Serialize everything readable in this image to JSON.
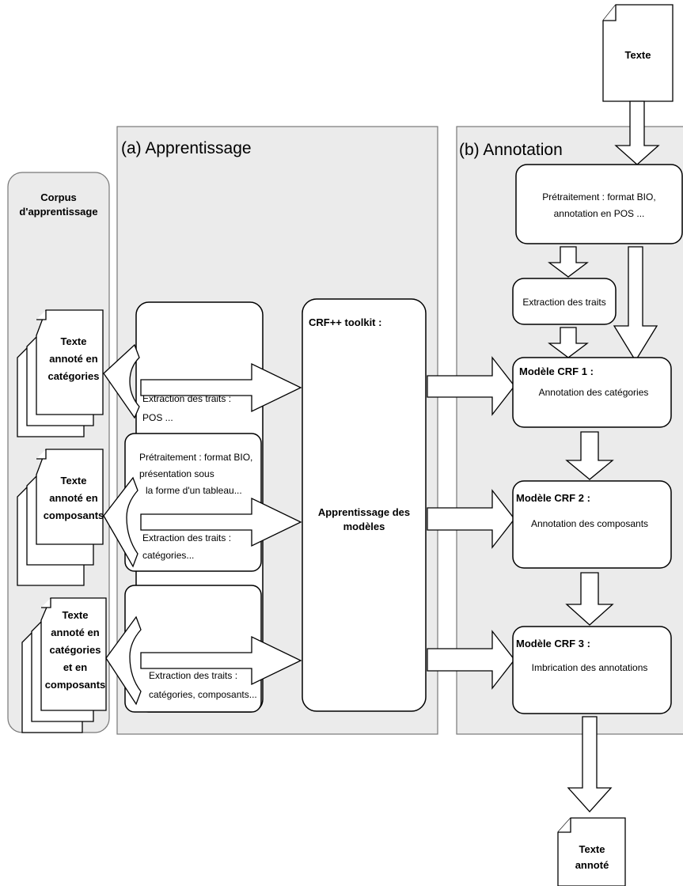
{
  "panels": {
    "learning_title": "(a) Apprentissage",
    "annotation_title": "(b) Annotation"
  },
  "corpus": {
    "title_line1": "Corpus",
    "title_line2": "d'apprentissage",
    "doc1": [
      "Texte",
      "annoté en",
      "catégories"
    ],
    "doc2": [
      "Texte",
      "annoté en",
      "composants"
    ],
    "doc3": [
      "Texte",
      "annoté en",
      "catégories",
      "et en",
      "composants"
    ]
  },
  "learning": {
    "feat1": [
      "Extraction des traits :",
      "POS ..."
    ],
    "preproc": [
      "Prétraitement : format BIO,",
      "présentation sous",
      "la forme d'un tableau..."
    ],
    "feat2": [
      "Extraction des traits :",
      "catégories..."
    ],
    "feat3": [
      "Extraction des traits :",
      "catégories, composants..."
    ],
    "toolkit_title": "CRF++ toolkit :",
    "toolkit_body": [
      "Apprentissage des",
      "modèles"
    ]
  },
  "annotation": {
    "input_doc": "Texte",
    "preproc": [
      "Prétraitement : format BIO,",
      "annotation  en POS ..."
    ],
    "extraction": "Extraction des traits",
    "model1_title": "Modèle CRF 1 :",
    "model1_desc": "Annotation des catégories",
    "model2_title": "Modèle CRF 2 :",
    "model2_desc": "Annotation des composants",
    "model3_title": "Modèle CRF 3 :",
    "model3_desc": "Imbrication des annotations",
    "output_doc": [
      "Texte",
      "annoté"
    ]
  }
}
